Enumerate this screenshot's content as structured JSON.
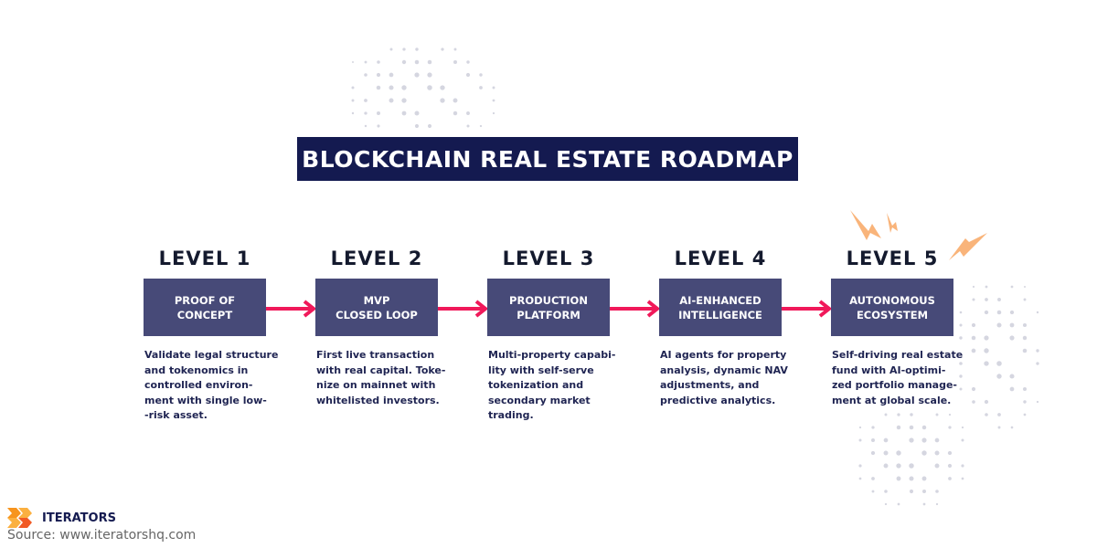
{
  "title": "BLOCKCHAIN REAL ESTATE ROADMAP",
  "colors": {
    "title_bg": "#141a50",
    "box": "#474a78",
    "arrow": "#f0195a",
    "accent": "#f9b47a",
    "dots": "#d5d6e0"
  },
  "levels": [
    {
      "label": "LEVEL 1",
      "box": [
        "PROOF OF",
        "CONCEPT"
      ],
      "desc": [
        "Validate legal structure",
        "and tokenomics in",
        "controlled environ-",
        "ment with single low-",
        "-risk asset."
      ]
    },
    {
      "label": "LEVEL 2",
      "box": [
        "MVP",
        "CLOSED LOOP"
      ],
      "desc": [
        "First live transaction",
        "with real capital. Toke-",
        "nize on mainnet with",
        "whitelisted investors."
      ]
    },
    {
      "label": "LEVEL 3",
      "box": [
        "PRODUCTION",
        "PLATFORM"
      ],
      "desc": [
        "Multi-property capabi-",
        "lity with self-serve",
        "tokenization and",
        "secondary market",
        "trading."
      ]
    },
    {
      "label": "LEVEL 4",
      "box": [
        "AI-ENHANCED",
        "INTELLIGENCE"
      ],
      "desc": [
        "AI agents for property",
        "analysis, dynamic NAV",
        "adjustments, and",
        "predictive analytics."
      ]
    },
    {
      "label": "LEVEL 5",
      "box": [
        "AUTONOMOUS",
        "ECOSYSTEM"
      ],
      "desc": [
        "Self-driving real estate",
        "fund with AI-optimi-",
        "zed portfolio manage-",
        "ment at global scale."
      ]
    }
  ],
  "footer": {
    "brand": "ITERATORS",
    "source": "Source: www.iteratorshq.com"
  }
}
